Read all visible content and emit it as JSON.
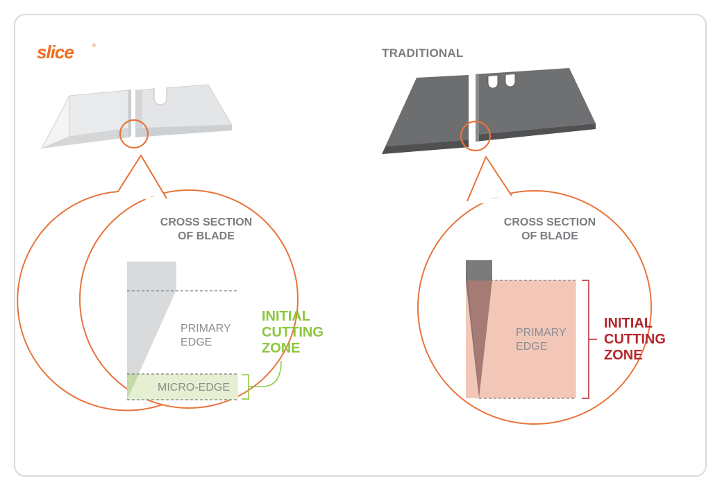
{
  "slice_panel": {
    "brand": "slice",
    "brand_mark": "®",
    "cross_section_line1": "CROSS SECTION",
    "cross_section_line2": "OF BLADE",
    "primary_edge_line1": "PRIMARY",
    "primary_edge_line2": "EDGE",
    "micro_edge": "MICRO-EDGE",
    "zone_line1": "INITIAL",
    "zone_line2": "CUTTING",
    "zone_line3": "ZONE"
  },
  "traditional_panel": {
    "title": "TRADITIONAL",
    "cross_section_line1": "CROSS SECTION",
    "cross_section_line2": "OF BLADE",
    "primary_edge_line1": "PRIMARY",
    "primary_edge_line2": "EDGE",
    "zone_line1": "INITIAL",
    "zone_line2": "CUTTING",
    "zone_line3": "ZONE"
  },
  "colors": {
    "accent_orange": "#e8743b",
    "brand_orange": "#f26b1d",
    "slice_zone_green": "#8cc63f",
    "traditional_zone_red": "#b5262c",
    "label_gray": "#7a7d80",
    "blade_light": "#e6e7e8",
    "blade_dark": "#6d6e70"
  }
}
